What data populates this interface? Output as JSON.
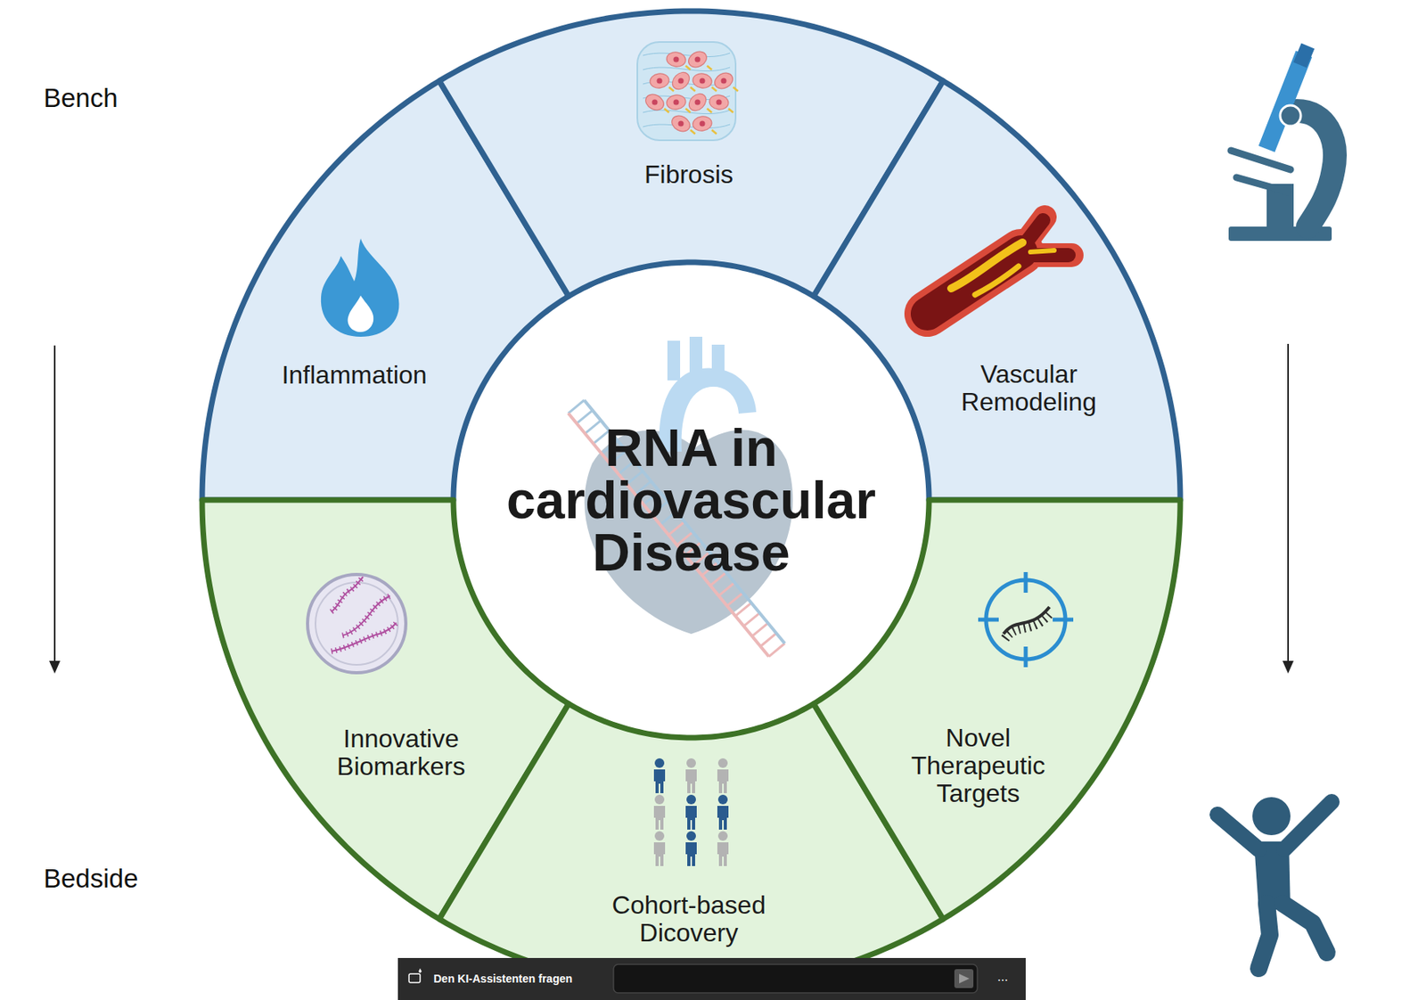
{
  "diagram": {
    "nodes": [
      {
        "text": [
          "RNA in cardiovascular Disease"
        ]
      },
      {
        "text": [
          "Inflammation"
        ]
      },
      {
        "text": [
          "Fibrosis"
        ]
      },
      {
        "text": [
          "Vascular Remodeling"
        ]
      },
      {
        "text": [
          "Innovative Biomarkers"
        ]
      },
      {
        "text": [
          "Cohort-based Dicovery"
        ]
      },
      {
        "text": [
          "Novel Therapeutic Targets"
        ]
      }
    ],
    "labels": [
      "Bench",
      "Bedside",
      "Den KI-Assistenten fragen",
      "..."
    ]
  }
}
